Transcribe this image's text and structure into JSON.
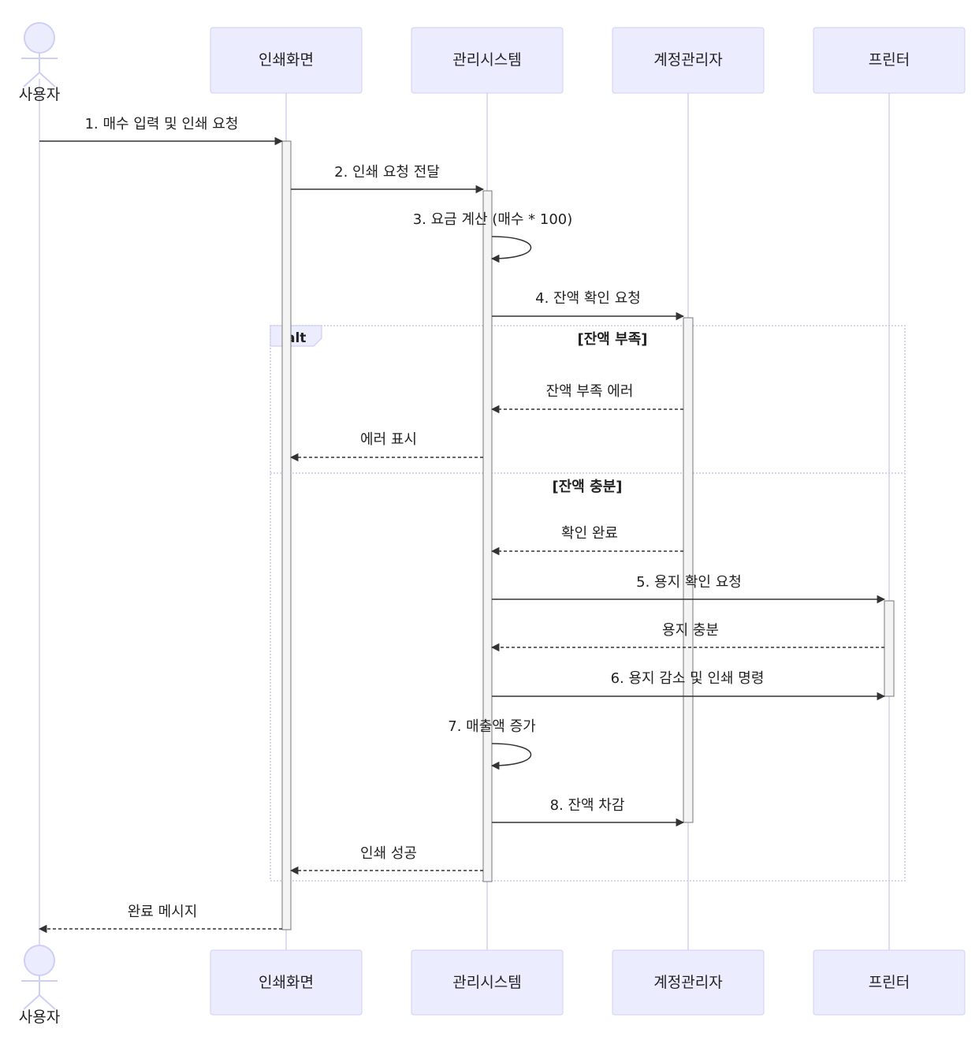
{
  "actor": {
    "label": "사용자"
  },
  "participants": [
    {
      "label": "인쇄화면"
    },
    {
      "label": "관리시스템"
    },
    {
      "label": "계정관리자"
    },
    {
      "label": "프린터"
    }
  ],
  "messages": {
    "m1": "1. 매수 입력 및 인쇄 요청",
    "m2": "2. 인쇄 요청 전달",
    "m3": "3. 요금 계산 (매수 * 100)",
    "m4": "4. 잔액 확인 요청",
    "r1": "잔액 부족 에러",
    "r2": "에러 표시",
    "r3": "확인 완료",
    "m5": "5. 용지 확인 요청",
    "r4": "용지 충분",
    "m6": "6. 용지 감소 및 인쇄 명령",
    "m7": "7. 매출액 증가",
    "m8": "8. 잔액 차감",
    "r5": "인쇄 성공",
    "r6": "완료 메시지"
  },
  "alt_frame": {
    "label": "alt",
    "condition_1": "[잔액 부족]",
    "condition_2": "[잔액 충분]"
  },
  "colors": {
    "participant_fill": "#ECECFF",
    "participant_stroke": "#CFCFF5",
    "lifeline": "#D6D1F0",
    "activation_fill": "#F4F4F4",
    "arrow": "#333333"
  }
}
